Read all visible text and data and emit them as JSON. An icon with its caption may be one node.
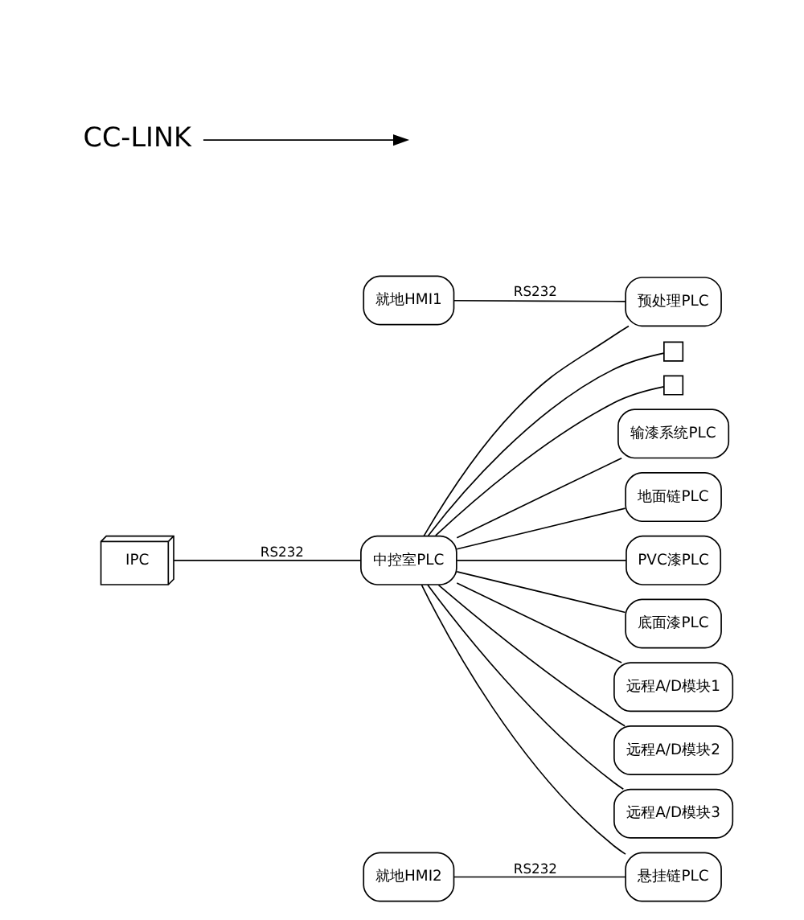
{
  "diagram": {
    "nodes": [
      {
        "text": [
          "IPC"
        ]
      },
      {
        "text": [
          "中控室PLC"
        ]
      },
      {
        "text": [
          "就地HMI1"
        ]
      },
      {
        "text": [
          "预处理PLC"
        ]
      },
      {
        "text": [
          "就地HMI2"
        ]
      },
      {
        "text": [
          "悬挂链PLC"
        ]
      },
      {
        "text": [
          "输漆系统PLC"
        ]
      },
      {
        "text": [
          "地面链PLC"
        ]
      },
      {
        "text": [
          "PVC漆PLC"
        ]
      },
      {
        "text": [
          "底面漆PLC"
        ]
      },
      {
        "text": [
          "远程A/D模块1"
        ]
      },
      {
        "text": [
          "远程A/D模块2"
        ]
      },
      {
        "text": [
          "远程A/D模块3"
        ]
      },
      {
        "text": [],
        "shape": "box"
      },
      {
        "text": [],
        "shape": "box"
      },
      {
        "text": [
          "CC-LINK"
        ]
      }
    ],
    "edges": [
      {
        "from": 0,
        "to": 1,
        "arrow": "none",
        "label": "RS232"
      },
      {
        "from": 2,
        "to": 3,
        "arrow": "none",
        "label": "RS232"
      },
      {
        "from": 4,
        "to": 5,
        "arrow": "none",
        "label": "RS232"
      },
      {
        "from": 1,
        "to": 3,
        "arrow": "none"
      },
      {
        "from": 1,
        "to": 13,
        "arrow": "none"
      },
      {
        "from": 1,
        "to": 5,
        "arrow": "none"
      },
      {
        "from": 1,
        "to": 6,
        "arrow": "none"
      },
      {
        "from": 1,
        "to": 7,
        "arrow": "none"
      },
      {
        "from": 1,
        "to": 8,
        "arrow": "none"
      },
      {
        "from": 1,
        "to": 9,
        "arrow": "none"
      },
      {
        "from": 1,
        "to": 10,
        "arrow": "none"
      },
      {
        "from": 1,
        "to": 11,
        "arrow": "none"
      },
      {
        "from": 1,
        "to": 12,
        "arrow": "none"
      },
      {
        "from": 1,
        "to": 14,
        "arrow": "none"
      },
      {
        "from": 15,
        "to": null,
        "arrow": "to"
      }
    ]
  }
}
